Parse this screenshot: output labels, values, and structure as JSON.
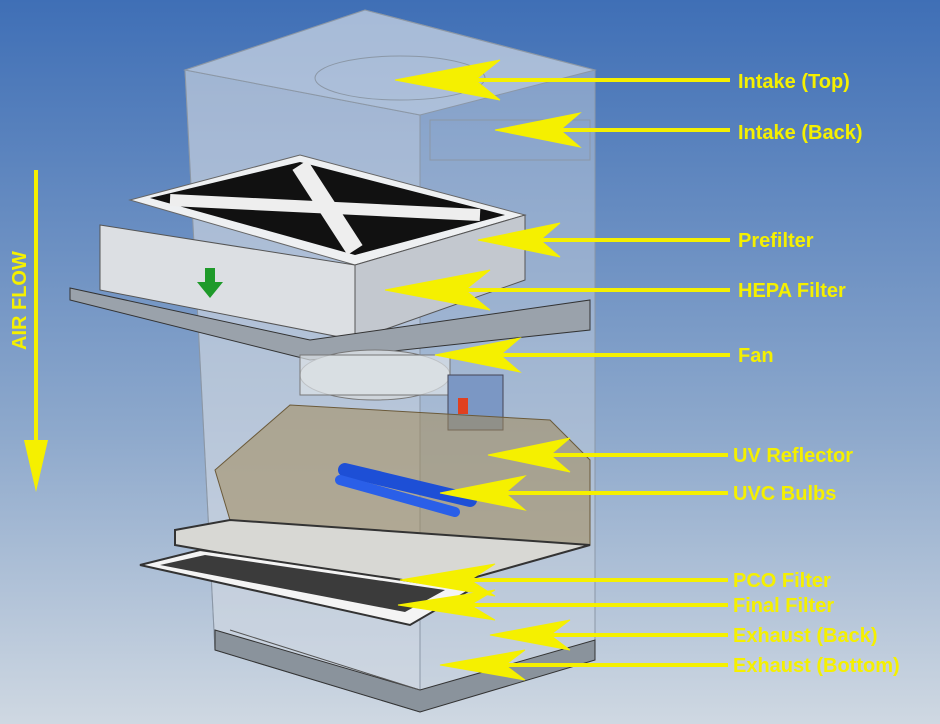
{
  "title": "Air purifier component diagram",
  "airflow_label": "AIR FLOW",
  "labels": {
    "intake_top": "Intake (Top)",
    "intake_back": "Intake (Back)",
    "prefilter": "Prefilter",
    "hepa": "HEPA Filter",
    "fan": "Fan",
    "uv_reflector": "UV Reflector",
    "uvc_bulbs": "UVC Bulbs",
    "pco": "PCO Filter",
    "final": "Final Filter",
    "exhaust_back": "Exhaust (Back)",
    "exhaust_bottom": "Exhaust (Bottom)"
  },
  "colors": {
    "label": "#f5f000",
    "bg_top": "#3f6fb6",
    "bg_bottom": "#cfd8e2"
  }
}
